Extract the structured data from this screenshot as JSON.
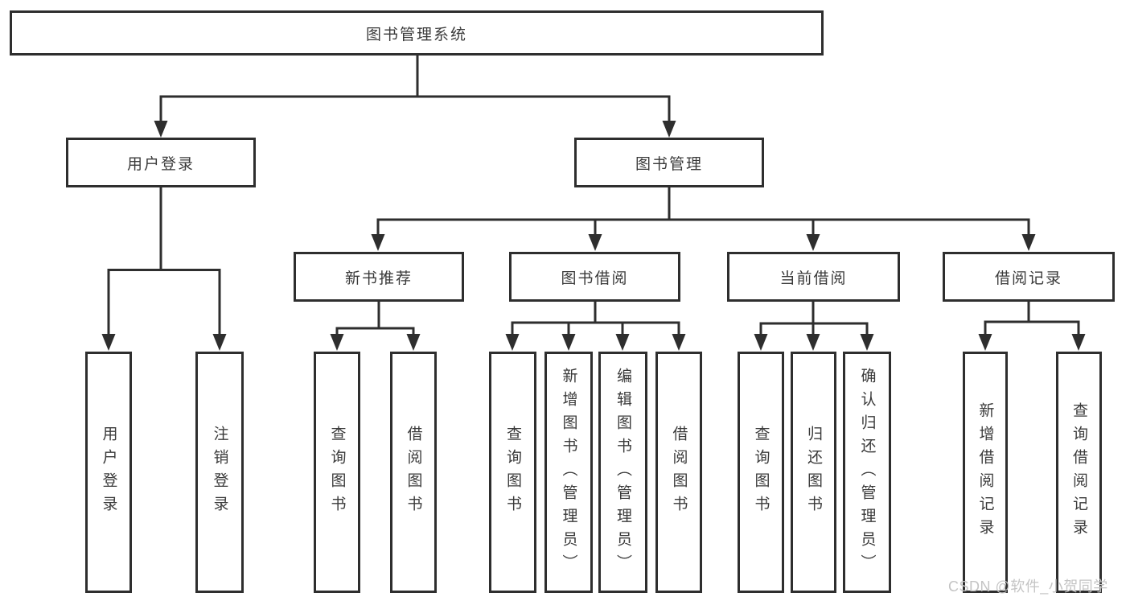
{
  "diagram": {
    "root": {
      "label": "图书管理系统"
    },
    "level1": [
      {
        "label": "用户登录"
      },
      {
        "label": "图书管理"
      }
    ],
    "level2": [
      {
        "parent": "图书管理",
        "label": "新书推荐"
      },
      {
        "parent": "图书管理",
        "label": "图书借阅"
      },
      {
        "parent": "图书管理",
        "label": "当前借阅"
      },
      {
        "parent": "图书管理",
        "label": "借阅记录"
      }
    ],
    "leaves": [
      {
        "parent": "用户登录",
        "label": "用户登录"
      },
      {
        "parent": "用户登录",
        "label": "注销登录"
      },
      {
        "parent": "新书推荐",
        "label": "查询图书"
      },
      {
        "parent": "新书推荐",
        "label": "借阅图书"
      },
      {
        "parent": "图书借阅",
        "label": "查询图书"
      },
      {
        "parent": "图书借阅",
        "label": "新增图书（管理员）"
      },
      {
        "parent": "图书借阅",
        "label": "编辑图书（管理员）"
      },
      {
        "parent": "图书借阅",
        "label": "借阅图书"
      },
      {
        "parent": "当前借阅",
        "label": "查询图书"
      },
      {
        "parent": "当前借阅",
        "label": "归还图书"
      },
      {
        "parent": "当前借阅",
        "label": "确认归还（管理员）"
      },
      {
        "parent": "借阅记录",
        "label": "新增借阅记录"
      },
      {
        "parent": "借阅记录",
        "label": "查询借阅记录"
      }
    ]
  },
  "watermark": {
    "text": "CSDN @软件_小贺同学"
  },
  "colors": {
    "line": "#2e2e2e",
    "text": "#3a3a3a",
    "box_bg": "#ffffff",
    "background": "#ffffff",
    "watermark": "#c4c4c4"
  }
}
